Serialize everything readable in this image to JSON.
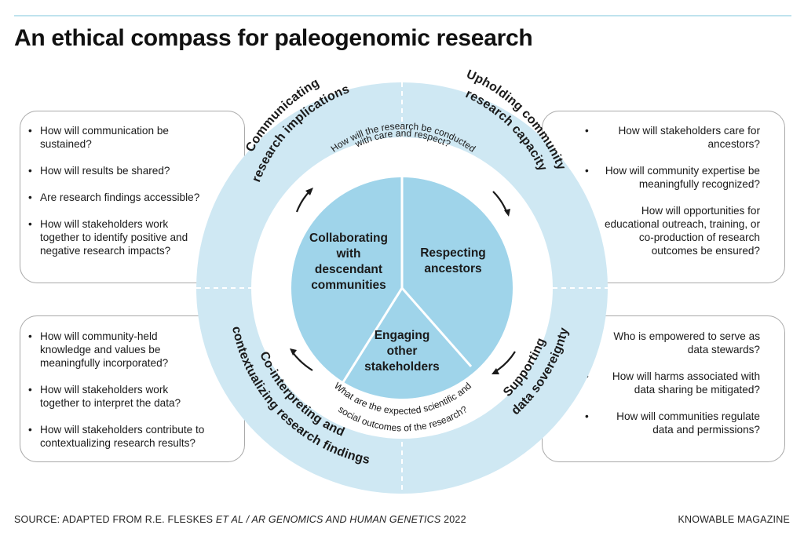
{
  "title": "An ethical compass for paleogenomic research",
  "boxes": {
    "top_left": [
      "How will communication be sustained?",
      "How will results be shared?",
      "Are research findings accessible?",
      "How will stakeholders work together to identify positive and negative research impacts?"
    ],
    "top_right": [
      "How will stakeholders care for ancestors?",
      "How will community expertise be meaningfully recognized?",
      "How will opportunities for educational outreach, training, or co-production of research outcomes be ensured?"
    ],
    "bottom_left": [
      "How will community-held knowledge and values be meaningfully incorporated?",
      "How will stakeholders work together to interpret the data?",
      "How will stakeholders contribute to contextualizing research results?"
    ],
    "bottom_right": [
      "Who is empowered to serve as data stewards?",
      "How will harms associated with data sharing be mitigated?",
      "How will communities regulate data and permissions?"
    ]
  },
  "outer_ring": {
    "top_left": [
      "Communicating",
      "research implications"
    ],
    "top_right": [
      "Upholding community",
      "research capacity"
    ],
    "bottom_left": [
      "Co-interpreting and",
      "contextualizing research findings"
    ],
    "bottom_right": [
      "Supporting",
      "data sovereignty"
    ]
  },
  "inner_ring": {
    "top": [
      "How will the research be conducted",
      "with care and respect?"
    ],
    "bottom": [
      "What are the expected scientific and",
      "social outcomes of the research?"
    ]
  },
  "core": {
    "left": [
      "Collaborating",
      "with",
      "descendant",
      "communities"
    ],
    "right": [
      "Respecting",
      "ancestors"
    ],
    "bottom": [
      "Engaging",
      "other",
      "stakeholders"
    ]
  },
  "footer": {
    "source_prefix": "SOURCE: ADAPTED FROM R.E. FLESKES ",
    "source_italic": "ET AL / AR GENOMICS AND HUMAN GENETICS",
    "source_suffix": " 2022",
    "credit": "KNOWABLE MAGAZINE"
  },
  "colors": {
    "outer_ring": "#cfe8f3",
    "inner_ring": "#ffffff",
    "core": "#9fd4ea",
    "text": "#1a1a1a",
    "top_rule": "#bfe3ee"
  }
}
